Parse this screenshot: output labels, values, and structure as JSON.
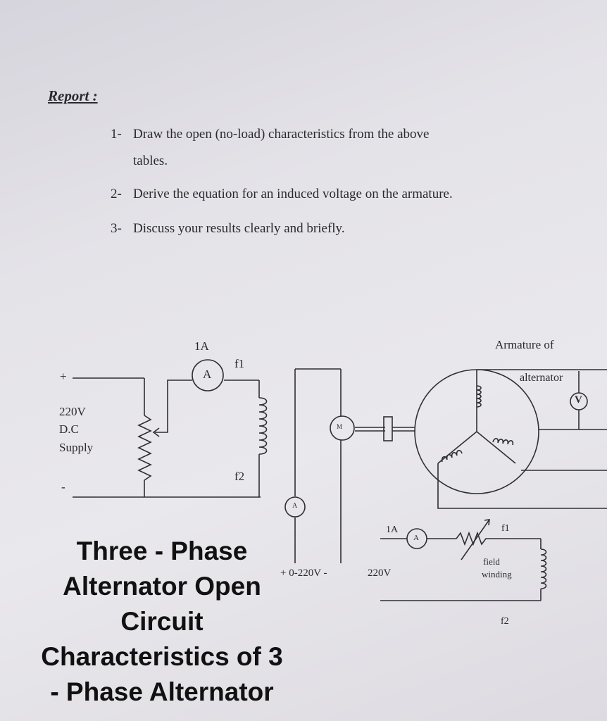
{
  "report": {
    "title": "Report :",
    "items": [
      {
        "num": "1-",
        "lines": [
          "Draw the open (no-load) characteristics from the above",
          "tables."
        ]
      },
      {
        "num": "2-",
        "lines": [
          "Derive the equation for an induced voltage on the armature."
        ]
      },
      {
        "num": "3-",
        "lines": [
          "Discuss your results clearly and briefly."
        ]
      }
    ]
  },
  "diagram": {
    "field_circuit": {
      "current": "1A",
      "ammeter": "A",
      "plus": "+",
      "minus": "-",
      "supply_voltage": "220V",
      "supply_type": "D.C",
      "supply_word": "Supply",
      "terminal_f1": "f1",
      "terminal_f2": "f2"
    },
    "motor": {
      "symbol": "M",
      "ammeter": "A",
      "supply": "+ 0-220V -"
    },
    "alternator": {
      "armature_label": "Armature of",
      "alternator_label": "alternator",
      "voltmeter": "V"
    },
    "field_winding": {
      "current": "1A",
      "ammeter": "A",
      "voltage": "220V",
      "terminal_f1": "f1",
      "terminal_f2": "f2",
      "label_line1": "field",
      "label_line2": "winding"
    }
  },
  "caption": {
    "lines": [
      "Three - Phase",
      "Alternator Open",
      "Circuit",
      "Characteristics of 3",
      "- Phase Alternator"
    ]
  }
}
